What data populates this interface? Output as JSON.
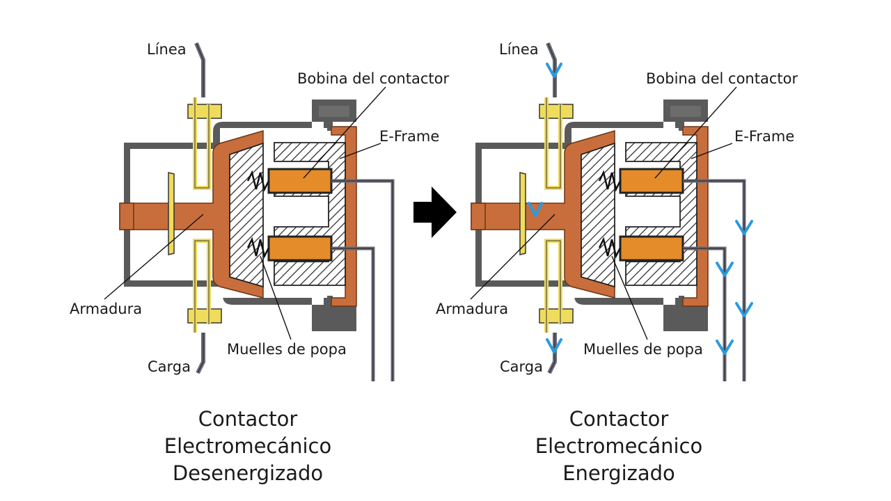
{
  "colors": {
    "copper": "#c86e3c",
    "coil": "#e48c2a",
    "contact": "#f0dc5c",
    "housing": "#5a5a5a",
    "wire": "#6a6a78",
    "current_arrow": "#2a9ae0"
  },
  "left": {
    "labels": {
      "line": "Línea",
      "coil": "Bobina del contactor",
      "eframe": "E-Frame",
      "armature": "Armadura",
      "springs": "Muelles de popa",
      "load": "Carga"
    },
    "caption": [
      "Contactor",
      "Electromecánico",
      "Desenergizado"
    ]
  },
  "right": {
    "labels": {
      "line": "Línea",
      "coil": "Bobina del contactor",
      "eframe": "E-Frame",
      "armature": "Armadura",
      "springs": "Muelles de popa",
      "load": "Carga"
    },
    "caption": [
      "Contactor",
      "Electromecánico",
      "Energizado"
    ]
  },
  "transition_icon": "right-arrow-icon"
}
